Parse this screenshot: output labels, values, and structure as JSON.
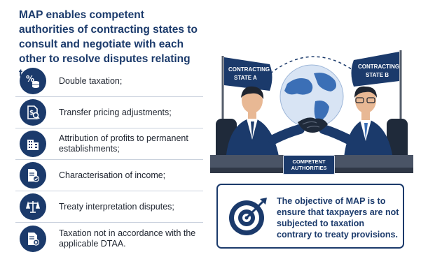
{
  "heading": "MAP enables competent authorities of contracting states to consult and negotiate with each other to resolve disputes relating to:",
  "items": [
    {
      "label": "Double taxation;",
      "icon": "percent-coins-icon"
    },
    {
      "label": "Transfer pricing adjustments;",
      "icon": "document-dollar-icon"
    },
    {
      "label": "Attribution of profits to permanent establishments;",
      "icon": "building-icon"
    },
    {
      "label": "Characterisation of income;",
      "icon": "document-check-icon"
    },
    {
      "label": "Treaty interpretation disputes;",
      "icon": "scales-icon"
    },
    {
      "label": "Taxation not in accordance with the applicable DTAA.",
      "icon": "document-cross-icon"
    }
  ],
  "scene": {
    "flag_a_line1": "CONTRACTING",
    "flag_a_line2": "STATE A",
    "flag_b_line1": "CONTRACTING",
    "flag_b_line2": "STATE B",
    "table_sign": "COMPETENT AUTHORITIES"
  },
  "objective": "The objective of MAP is to ensure that taxpayers are not subjected to taxation contrary to treaty provisions.",
  "colors": {
    "navy": "#1b3a6b",
    "blue": "#3b6fb6",
    "light": "#d8e4f4"
  }
}
